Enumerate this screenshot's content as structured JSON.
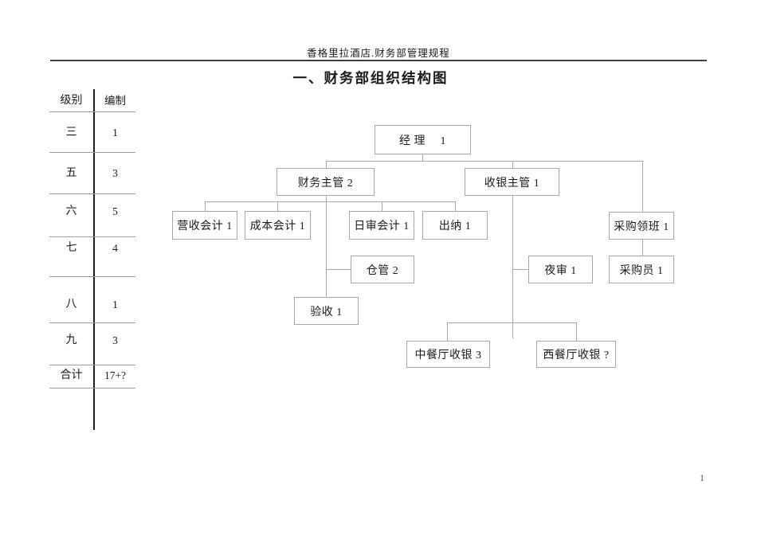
{
  "page": {
    "header_text": "香格里拉酒店.财务部管理规程",
    "title": "一、财务部组织结构图",
    "page_number": "1"
  },
  "colors": {
    "page_bg": "#ffffff",
    "text": "#1a1a1a",
    "chart_line": "#a6a6a6",
    "header_rule": "#3d3d3d",
    "table_line": "#9a9a9a",
    "table_divider": "#1f1f1f",
    "page_number": "#555555"
  },
  "staffing_table": {
    "headers": [
      "级别",
      "编制"
    ],
    "rows": [
      {
        "level": "三",
        "count": "1"
      },
      {
        "level": "五",
        "count": "3"
      },
      {
        "level": "六",
        "count": "5"
      },
      {
        "level": "七",
        "count": "4"
      },
      {
        "level": "八",
        "count": "1"
      },
      {
        "level": "九",
        "count": "3"
      },
      {
        "level": "合计",
        "count": "17+?"
      }
    ]
  },
  "org_chart": {
    "nodes": [
      {
        "id": "manager",
        "label": "经 理　 1",
        "parent": null
      },
      {
        "id": "finance-supervisor",
        "label": "财务主管 2",
        "parent": "manager"
      },
      {
        "id": "cashier-supervisor",
        "label": "收银主管 1",
        "parent": "manager"
      },
      {
        "id": "revenue-accountant",
        "label": "营收会计 1",
        "parent": "finance-supervisor"
      },
      {
        "id": "cost-accountant",
        "label": "成本会计 1",
        "parent": "finance-supervisor"
      },
      {
        "id": "daily-audit-accountant",
        "label": "日审会计 1",
        "parent": "finance-supervisor"
      },
      {
        "id": "teller",
        "label": "出纳 1",
        "parent": "finance-supervisor"
      },
      {
        "id": "purchasing-foreman",
        "label": "采购领班 1",
        "parent": "manager"
      },
      {
        "id": "warehouse-keeper",
        "label": "仓管 2",
        "parent": "finance-supervisor"
      },
      {
        "id": "night-auditor",
        "label": "夜审 1",
        "parent": "cashier-supervisor"
      },
      {
        "id": "purchaser",
        "label": "采购员 1",
        "parent": "purchasing-foreman"
      },
      {
        "id": "receiving-clerk",
        "label": "验收 1",
        "parent": "finance-supervisor"
      },
      {
        "id": "chinese-restaurant-cashier",
        "label": "中餐厅收银 3",
        "parent": "cashier-supervisor"
      },
      {
        "id": "western-restaurant-cashier",
        "label": "西餐厅收银 ?",
        "parent": "cashier-supervisor"
      }
    ]
  }
}
